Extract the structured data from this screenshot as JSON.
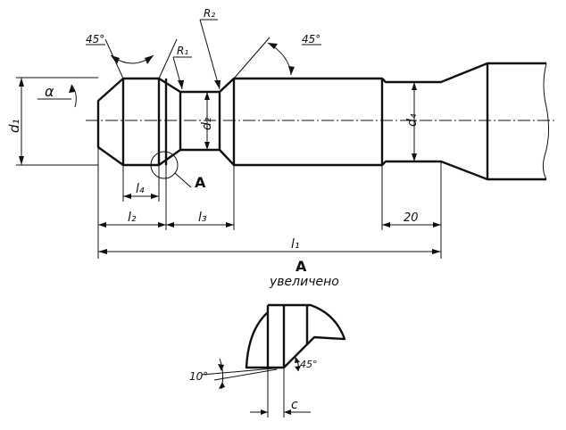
{
  "labels": {
    "angle_top_left": "45°",
    "angle_top_right": "45°",
    "radius_1": "R₁",
    "radius_2": "R₂",
    "alpha": "α",
    "d1": "d₁",
    "d2": "d₂",
    "d4": "d₄",
    "l4": "l₄",
    "l2": "l₂",
    "l3": "l₃",
    "l1": "l₁",
    "dim_20": "20",
    "view_marker": "A",
    "detail_title": "A",
    "detail_subtitle": "увеличено",
    "detail_angle_10": "10°",
    "detail_angle_45": "45°",
    "detail_c": "c"
  }
}
